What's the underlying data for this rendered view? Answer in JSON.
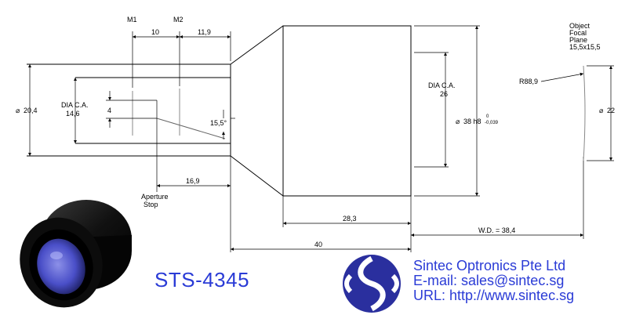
{
  "labels": {
    "m1": "M1",
    "m2": "M2",
    "dim_10": "10",
    "dim_11_9": "11,9",
    "dim_4": "4",
    "dia_ca_left_1": "DIA C.A.",
    "dia_ca_left_2": "14,6",
    "dia_20_4": "20,4",
    "dia_ca_right_1": "DIA C.A.",
    "dia_ca_right_2": "26",
    "dia_38": "38 h8",
    "tol_upper": "0",
    "tol_lower": "-0,039",
    "angle_15_5": "15,5°",
    "dim_16_9": "16,9",
    "aperture_1": "Aperture",
    "aperture_2": "Stop",
    "dim_28_3": "28,3",
    "dim_40": "40",
    "wd": "W.D. = 38,4",
    "r88_9": "R88,9",
    "obj_1": "Object",
    "obj_2": "Focal",
    "obj_3": "Plane",
    "obj_4": "15,5x15,5",
    "dia_22": "22",
    "dia_symbol": "⌀"
  },
  "product": {
    "model": "STS-4345"
  },
  "company": {
    "name": "Sintec Optronics Pte Ltd",
    "email": "E-mail: sales@sintec.sg",
    "url": "URL: http://www.sintec.sg"
  },
  "colors": {
    "brand_blue": "#2a3bd6",
    "logo_blue": "#2a2f9e",
    "lens_blue": "#4a4fc8"
  }
}
